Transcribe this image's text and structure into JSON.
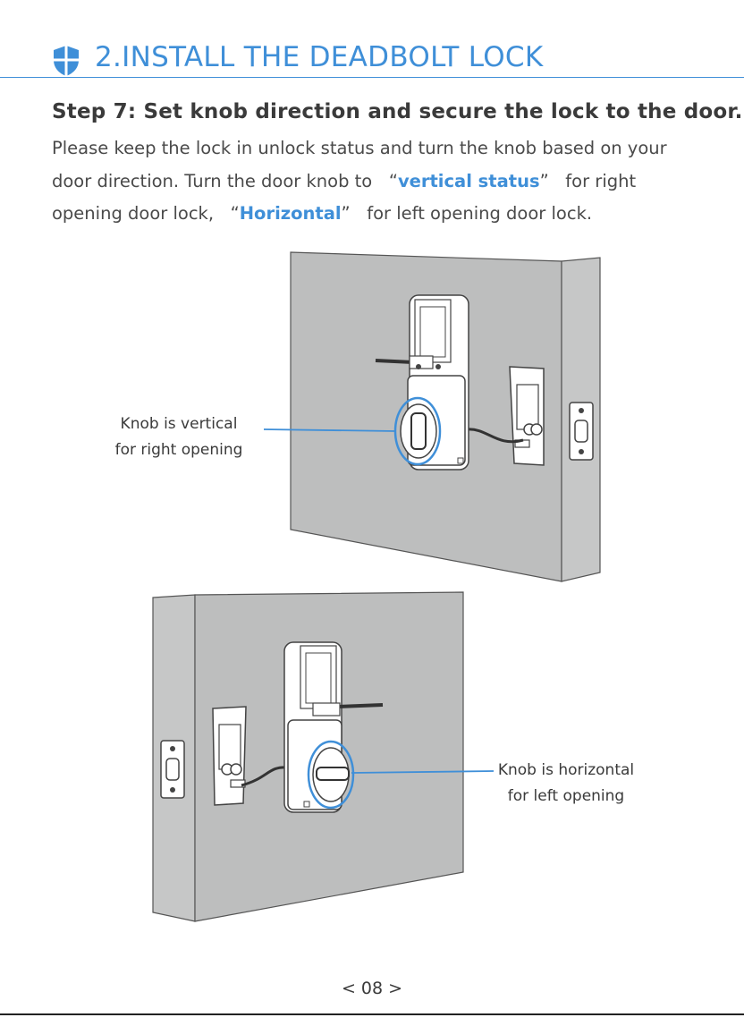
{
  "header": {
    "section_title": "2.INSTALL THE DEADBOLT LOCK",
    "accent_color": "#3f8fd8",
    "icon": "shield-icon"
  },
  "step": {
    "title": "Step 7: Set knob direction and secure the lock to the door.",
    "line1": "Please keep the lock in unlock status and turn the knob based on your",
    "line2_pre": "door direction. Turn the door knob to   “",
    "line2_hl": "vertical status",
    "line2_post": "”   for right",
    "line3_pre": "opening door lock,   “",
    "line3_hl": "Horizontal",
    "line3_post": "”   for left opening door lock."
  },
  "figures": {
    "top": {
      "label_line1": "Knob is vertical",
      "label_line2": "for right opening"
    },
    "bottom": {
      "label_line1": "Knob is horizontal",
      "label_line2": "for left opening"
    }
  },
  "footer": {
    "page_number": "< 08 >"
  }
}
